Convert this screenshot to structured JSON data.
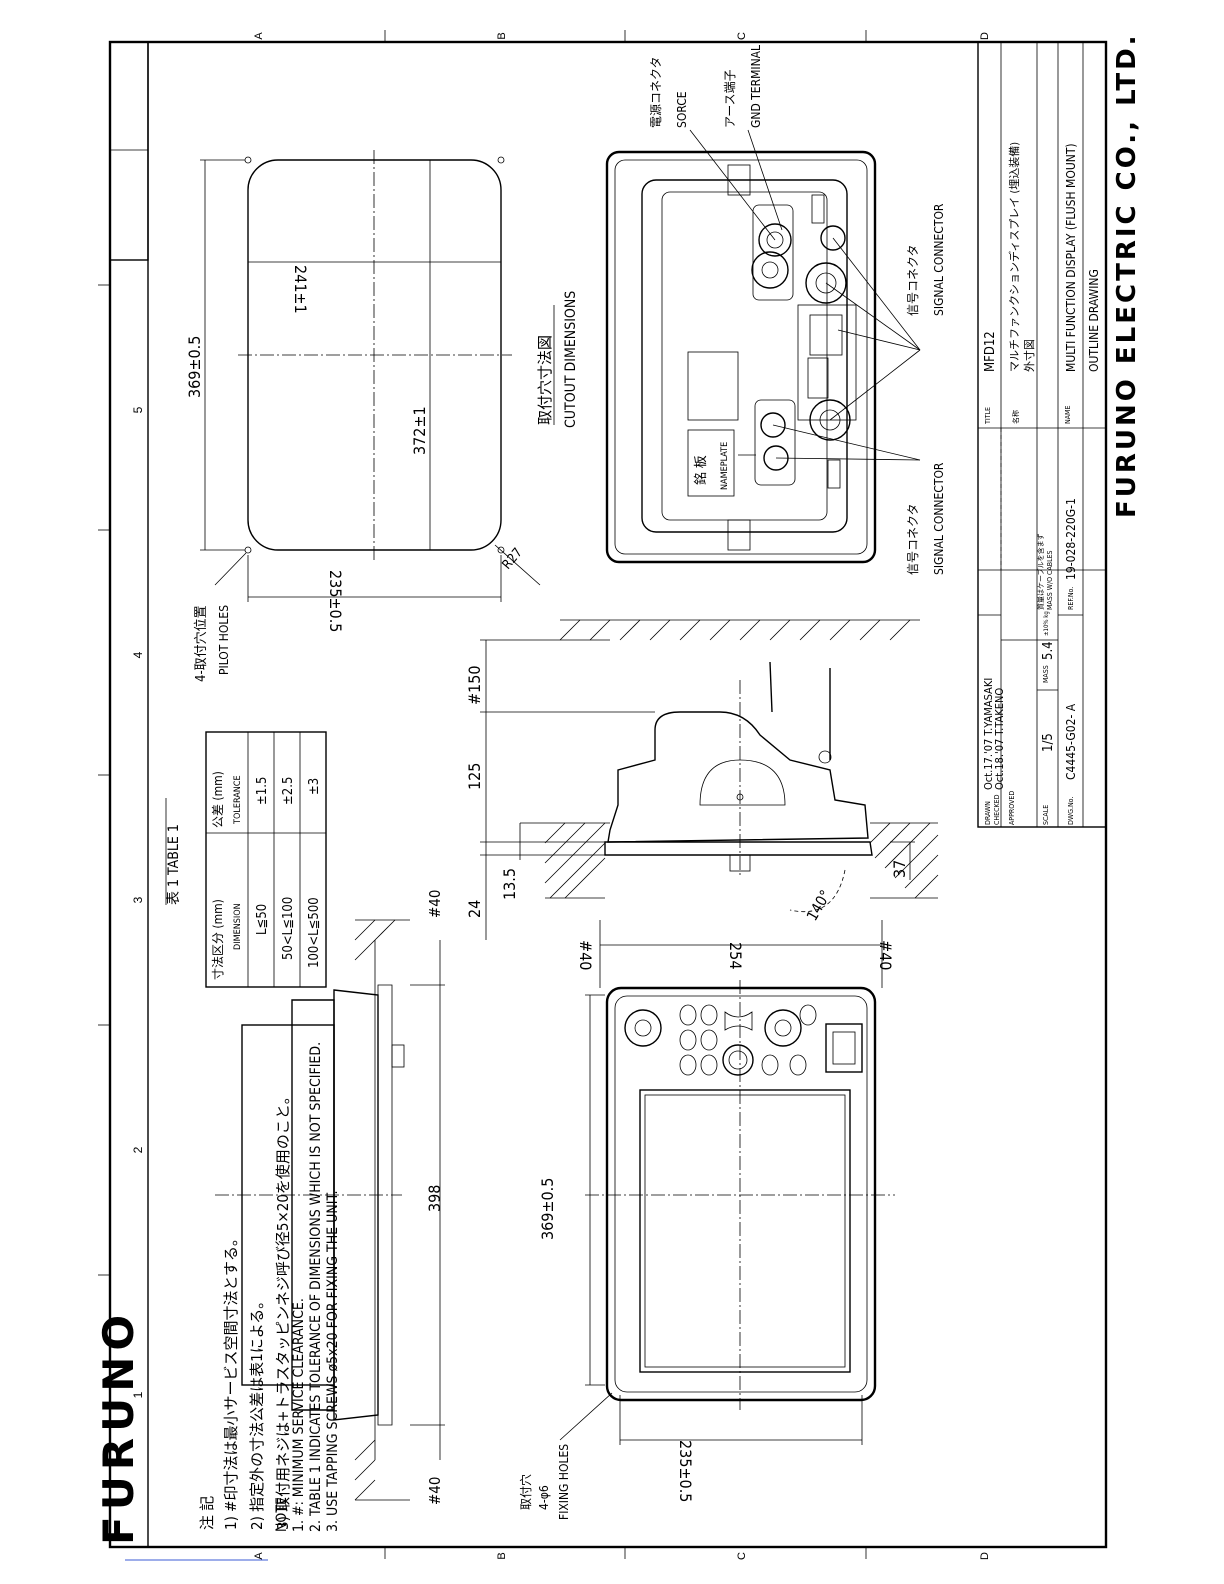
{
  "company": {
    "logo": "FURUNO",
    "name": "FURUNO ELECTRIC CO., LTD."
  },
  "grid": {
    "columns": [
      "1",
      "2",
      "3",
      "4",
      "5"
    ],
    "rows": [
      "A",
      "B",
      "C",
      "D"
    ]
  },
  "title_block": {
    "drawn_label": "DRAWN",
    "drawn": "Oct.17.'07  T.YAMASAKI",
    "checked_label": "CHECKED",
    "checked": "Oct.18.'07  T.TAKENO",
    "approved_label": "APPROVED",
    "scale_label": "SCALE",
    "scale": "1/5",
    "mass_label": "MASS",
    "mass_value": "5.4",
    "mass_unit": "±10% kg",
    "mass_note_ja": "質量はケーブルを含まず",
    "mass_note": "MASS W/O CABLES",
    "dwg_label": "DWG.No.",
    "dwg_no": "C4445-G02- A",
    "ref_label": "REF.No.",
    "ref_no": "19-028-220G-1",
    "title_label": "TITLE",
    "title": "MFD12",
    "name_label_ja": "名称",
    "name_ja": "マルチファンクションディスプレイ (埋込装備)",
    "name_ja2": "外寸図",
    "name_label": "NAME",
    "name_en": "MULTI FUNCTION DISPLAY (FLUSH MOUNT)",
    "name_en2": "OUTLINE DRAWING"
  },
  "table1": {
    "title": "表 1  TABLE 1",
    "header_dim_ja": "寸法区分 (mm)",
    "header_dim": "DIMENSION",
    "header_tol_ja": "公差 (mm)",
    "header_tol": "TOLERANCE",
    "rows": [
      {
        "dim": "L≦50",
        "tol": "±1.5"
      },
      {
        "dim": "50<L≦100",
        "tol": "±2.5"
      },
      {
        "dim": "100<L≦500",
        "tol": "±3"
      }
    ]
  },
  "dimensions": {
    "cutout_w": "369±0.5",
    "cutout_inner": "372±1",
    "cutout_h": "241±1",
    "cutout_h2": "235±0.5",
    "radius": "R27",
    "front_w": "369±0.5",
    "front_h": "235±0.5",
    "front_h_total": "254",
    "clear_top": "#40",
    "clear_bottom": "#40",
    "depth_125": "125",
    "depth_150": "#150",
    "d_24": "24",
    "d_135": "13.5",
    "d_37": "37",
    "angle": "140°",
    "side_398": "398",
    "side_40a": "#40",
    "side_40b": "#40"
  },
  "labels": {
    "pilot_ja": "4-取付穴位置",
    "pilot": "PILOT HOLES",
    "cutout_ja": "取付穴寸法図",
    "cutout": "CUTOUT DIMENSIONS",
    "fixing_ja1": "取付穴",
    "fixing_ja2": "4-φ6",
    "fixing": "FIXING HOLES",
    "power_ja": "電源コネクタ",
    "power": "SORCE",
    "gnd_ja": "アース端子",
    "gnd": "GND TERMINAL",
    "signal_ja": "信号コネクタ",
    "signal": "SIGNAL CONNECTOR",
    "signal2_ja": "信号コネクタ",
    "signal2": "SIGNAL CONNECTOR",
    "nameplate_ja": "銘 板",
    "nameplate": "NAMEPLATE"
  },
  "notes_ja": {
    "header": "注  記",
    "items": [
      "1) #印寸法は最小サービス空間寸法とする。",
      "2) 指定外の寸法公差は表1による。",
      "3) 取付用ネジは+トラスタッピンネジ呼び径5×20を使用のこと。"
    ]
  },
  "notes_en": {
    "header": "NOTE",
    "items": [
      "1.  #: MINIMUM SERVICE CLEARANCE.",
      "2.  TABLE 1 INDICATES TOLERANCE OF DIMENSIONS WHICH IS NOT SPECIFIED.",
      "3.  USE TAPPING SCREWS ø5x20 FOR FIXING THE UNIT."
    ]
  }
}
